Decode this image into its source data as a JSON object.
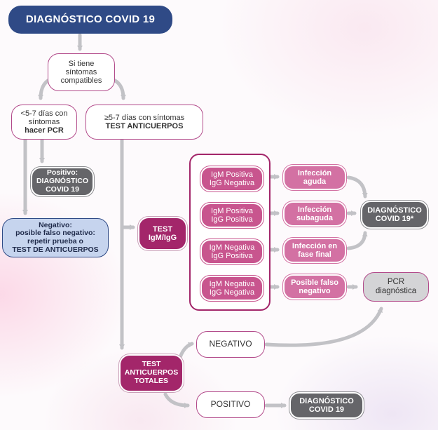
{
  "title": "DIAGNÓSTICO COVID 19",
  "nodes": {
    "sintomas": "Si tiene\nsíntomas\ncompatibles",
    "menos_lines": [
      "<5-7 días con",
      "síntomas"
    ],
    "menos_bold": "hacer PCR",
    "mas_line": "≥5-7 días con síntomas",
    "mas_bold": "TEST ANTICUERPOS",
    "positivo_pcr": "Positivo:\nDIAGNÓSTICO\nCOVID 19",
    "negativo_pcr": "Negativo:\nposible falso negativo:\nrepetir prueba o\nTEST DE ANTICUERPOS",
    "test_igm": "TEST\nIgM/IgG",
    "combo1": "IgM Positiva\nIgG Negativa",
    "combo2": "IgM Positiva\nIgG Positiva",
    "combo3": "IgM Negativa\nIgG Positiva",
    "combo4": "IgM Negativa\nIgG Negativa",
    "res1": "Infección\naguda",
    "res2": "Infección\nsubaguda",
    "res3": "Infección en\nfase final",
    "res4": "Posible falso\nnegativo",
    "diag_star": "DIAGNÓSTICO\nCOVID 19*",
    "pcr_diag": "PCR\ndiagnóstica",
    "test_totales": "TEST\nANTICUERPOS\nTOTALES",
    "negativo": "NEGATIVO",
    "positivo": "POSITIVO",
    "diag_final": "DIAGNÓSTICO\nCOVID 19"
  },
  "colors": {
    "navy": "#2f4a86",
    "magenta": "#a3266a",
    "pink": "#d371a3",
    "dark_gray": "#656569",
    "light_gray": "#d4d4d6",
    "light_blue": "#c6d4ee",
    "arrow": "#c2c2c6"
  }
}
